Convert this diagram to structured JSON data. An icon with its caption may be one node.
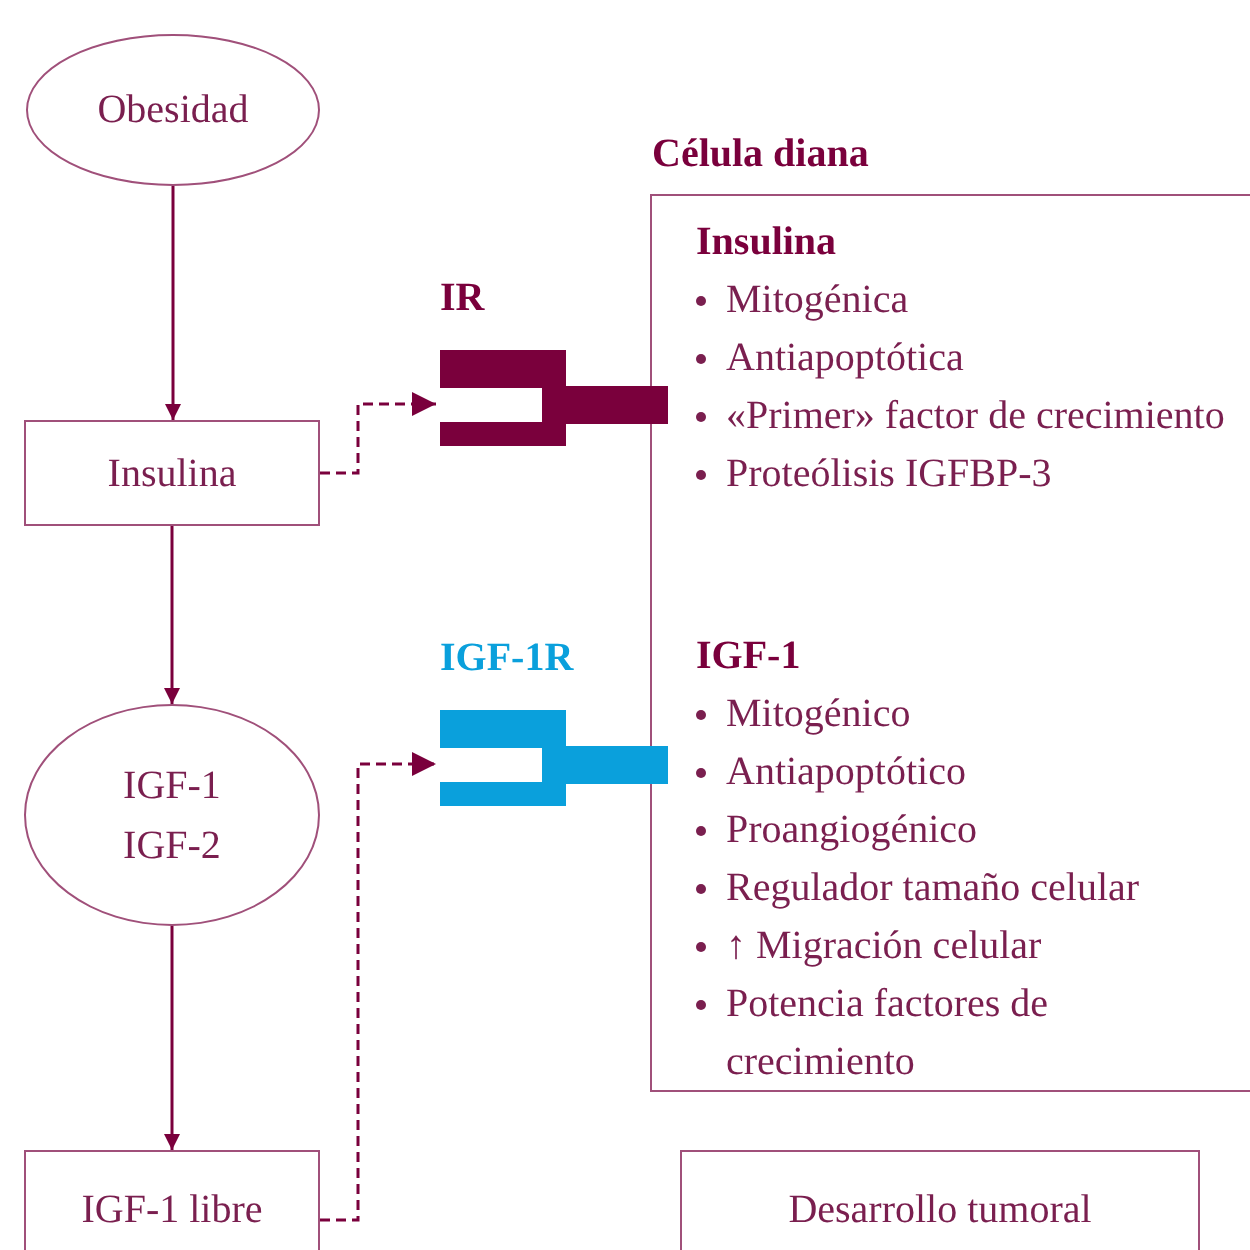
{
  "diagram": {
    "nodes": [
      {
        "text": [
          "Obesidad"
        ]
      },
      {
        "text": [
          "Insulina"
        ]
      },
      {
        "text": [
          "IGF-1 IGF-2"
        ]
      },
      {
        "text": [
          "IGF-1 libre"
        ]
      },
      {
        "text": [
          "Célula diana"
        ]
      },
      {
        "text": [
          "Insulina",
          "Mitogénica",
          "Antiapoptótica",
          "«Primer» factor de crecimiento",
          "Proteólisis IGFBP-3"
        ],
        "in": 4
      },
      {
        "text": [
          "IGF-1",
          "Mitogénico",
          "Antiapoptótico",
          "Proangiogénico",
          "Regulador tamaño celular",
          "↑ Migración celular",
          "Potencia factores de crecimiento"
        ],
        "in": 4
      },
      {
        "text": [
          "IR"
        ]
      },
      {
        "text": [
          "IGF-1R"
        ]
      },
      {
        "text": [
          "Desarrollo tumoral"
        ]
      }
    ],
    "edges": [
      {
        "from": 0,
        "to": 1,
        "arrow": "to"
      },
      {
        "from": 1,
        "to": 2,
        "arrow": "to"
      },
      {
        "from": 2,
        "to": 3,
        "arrow": "to"
      },
      {
        "from": 1,
        "to": 7,
        "arrow": "to",
        "style": "dashed"
      },
      {
        "from": 3,
        "to": 8,
        "arrow": "to",
        "style": "dashed"
      }
    ]
  }
}
